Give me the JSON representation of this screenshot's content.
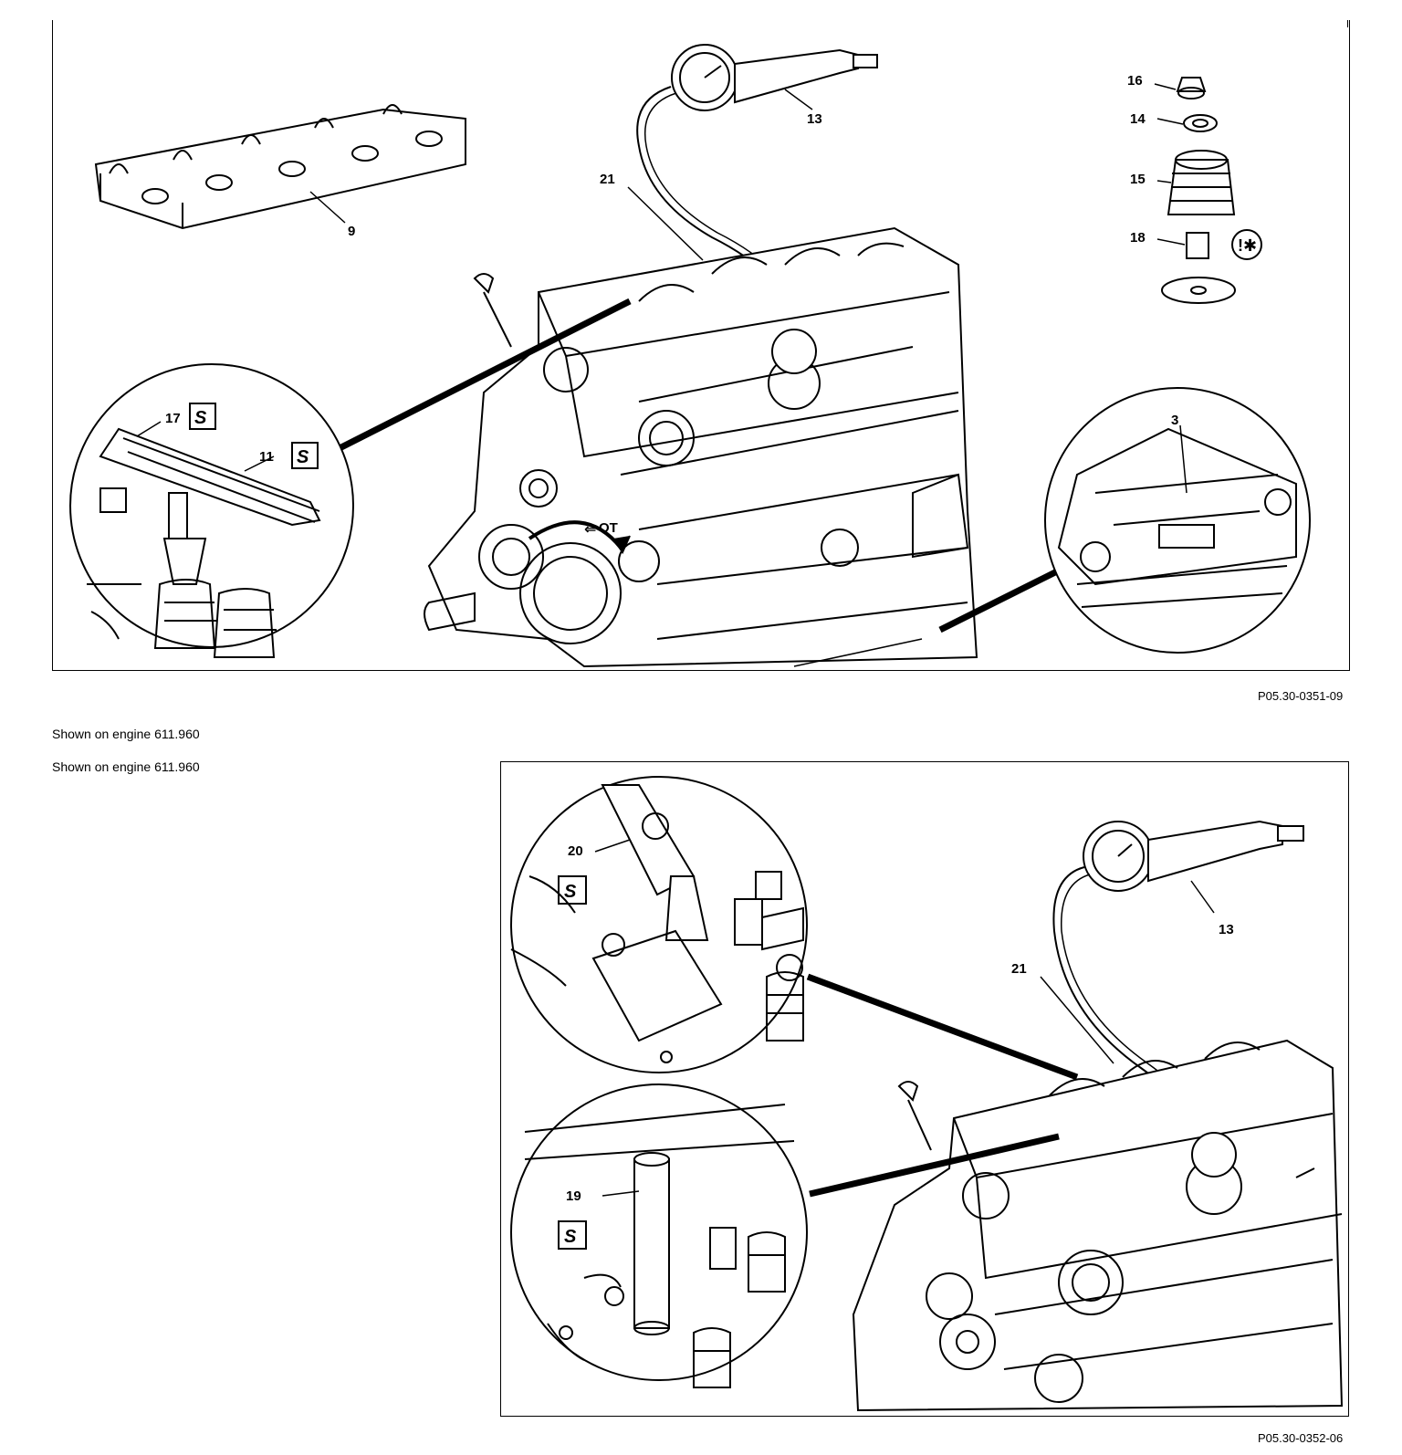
{
  "figure1": {
    "id_label": "P05.30-0351-09",
    "callouts": {
      "c9": "9",
      "c13": "13",
      "c21": "21",
      "c16": "16",
      "c14": "14",
      "c15": "15",
      "c18": "18",
      "c17": "17",
      "c11": "11",
      "c3": "3",
      "ot": "OT"
    }
  },
  "notes": {
    "line1": "Shown on engine 611.960",
    "line2": "Shown on engine 611.960"
  },
  "figure2": {
    "id_label": "P05.30-0352-06",
    "callouts": {
      "c20": "20",
      "c19": "19",
      "c21": "21",
      "c13": "13"
    }
  }
}
